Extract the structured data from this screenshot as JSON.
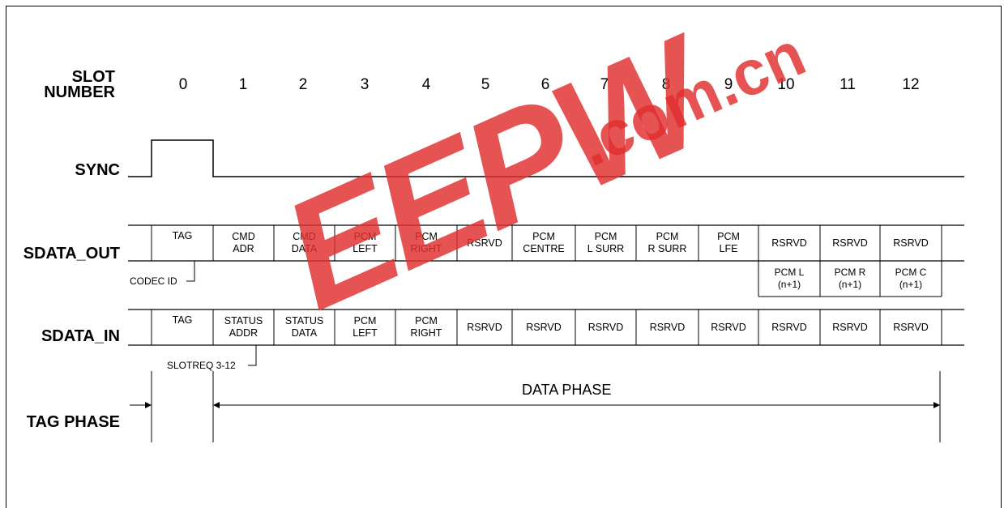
{
  "slot_number": {
    "label_line1": "SLOT",
    "label_line2": "NUMBER",
    "numbers": [
      "0",
      "1",
      "2",
      "3",
      "4",
      "5",
      "6",
      "7",
      "8",
      "9",
      "10",
      "11",
      "12"
    ]
  },
  "sync": {
    "label": "SYNC"
  },
  "sdata_out": {
    "label": "SDATA_OUT",
    "cells": [
      [
        "TAG"
      ],
      [
        "CMD",
        "ADR"
      ],
      [
        "CMD",
        "DATA"
      ],
      [
        "PCM",
        "LEFT"
      ],
      [
        "PCM",
        "RIGHT"
      ],
      [
        "RSRVD"
      ],
      [
        "PCM",
        "CENTRE"
      ],
      [
        "PCM",
        "L SURR"
      ],
      [
        "PCM",
        "R SURR"
      ],
      [
        "PCM",
        "LFE"
      ],
      [
        "RSRVD"
      ],
      [
        "RSRVD"
      ],
      [
        "RSRVD"
      ]
    ],
    "sub_cells": [
      [
        "PCM L",
        "(n+1)"
      ],
      [
        "PCM R",
        "(n+1)"
      ],
      [
        "PCM C",
        "(n+1)"
      ]
    ],
    "codec_id_label": "CODEC ID"
  },
  "sdata_in": {
    "label": "SDATA_IN",
    "cells": [
      [
        "TAG"
      ],
      [
        "STATUS",
        "ADDR"
      ],
      [
        "STATUS",
        "DATA"
      ],
      [
        "PCM",
        "LEFT"
      ],
      [
        "PCM",
        "RIGHT"
      ],
      [
        "RSRVD"
      ],
      [
        "RSRVD"
      ],
      [
        "RSRVD"
      ],
      [
        "RSRVD"
      ],
      [
        "RSRVD"
      ],
      [
        "RSRVD"
      ],
      [
        "RSRVD"
      ],
      [
        "RSRVD"
      ]
    ],
    "slotreq_label": "SLOTREQ 3-12"
  },
  "tag_phase": {
    "label": "TAG PHASE"
  },
  "data_phase": {
    "label": "DATA PHASE"
  },
  "watermark": {
    "text": "EEPW",
    "domain": ".com.cn",
    "color": "#e03030"
  }
}
